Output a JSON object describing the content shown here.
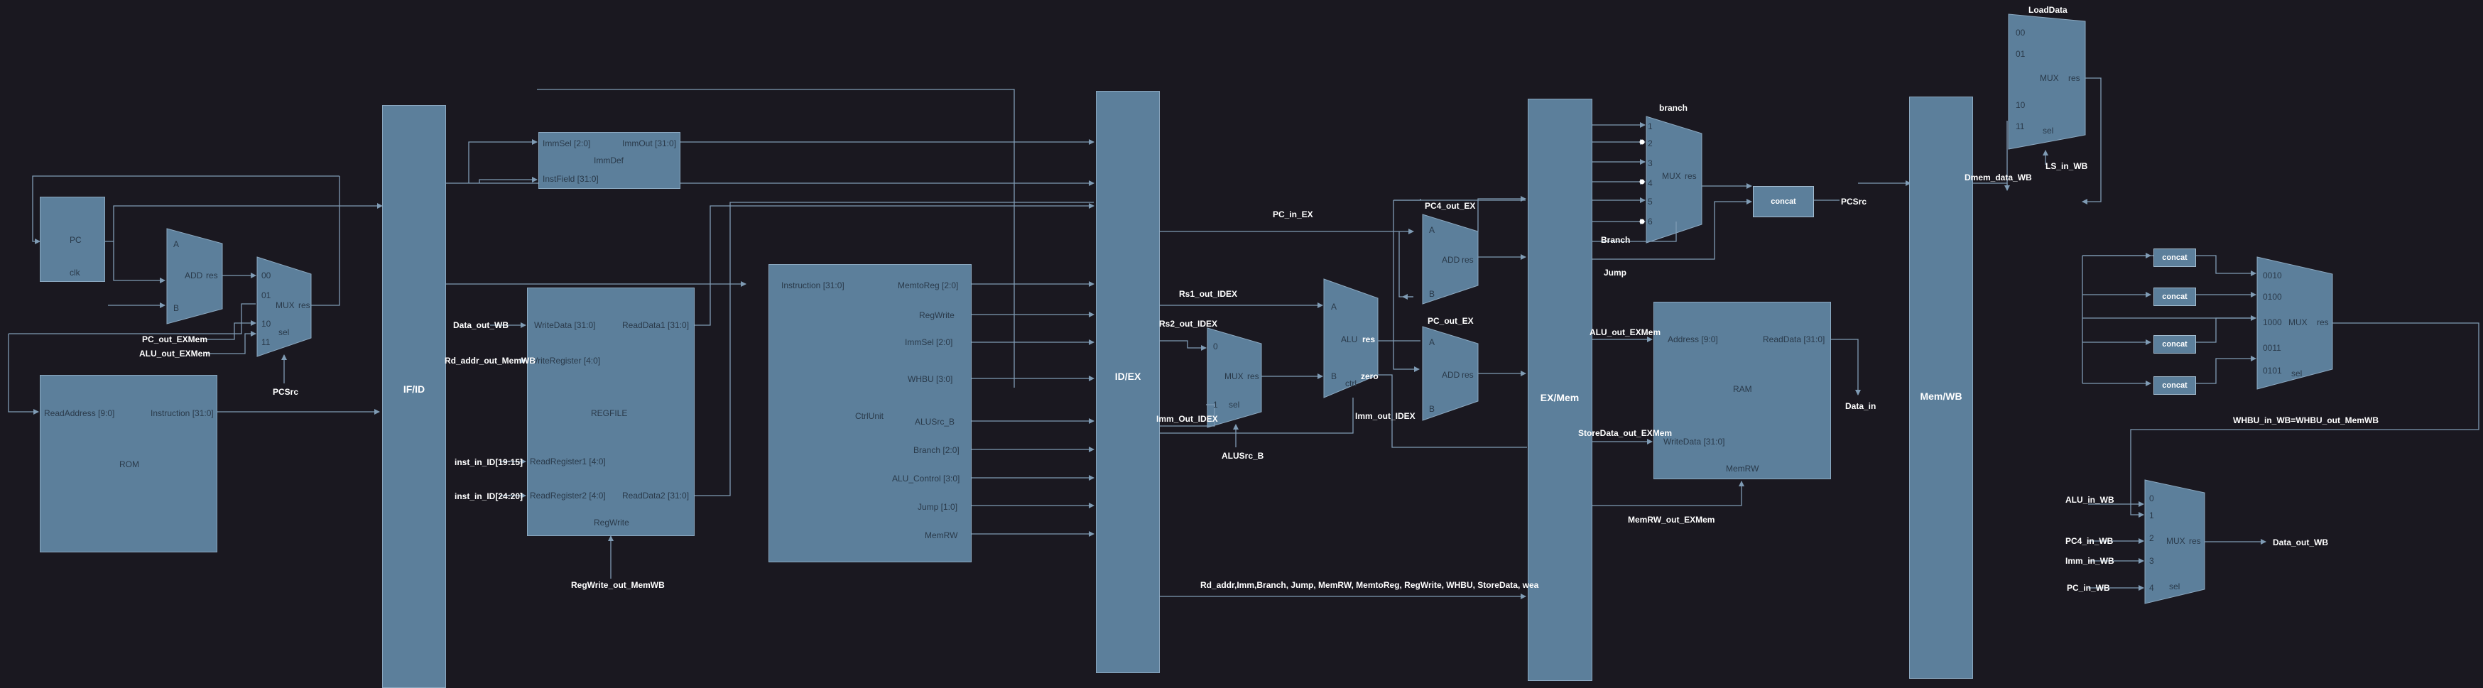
{
  "blocks": {
    "pc": {
      "title": "PC",
      "clk": "clk"
    },
    "rom": {
      "title": "ROM",
      "addr": "ReadAddress [9:0]",
      "instr": "Instruction [31:0]"
    },
    "adder_pc": {
      "a": "A",
      "b": "B",
      "title": "ADD",
      "res": "res"
    },
    "mux_pc": {
      "i0": "00",
      "i1": "01",
      "i2": "10",
      "i3": "11",
      "title": "MUX",
      "res": "res",
      "sel": "sel"
    },
    "if_id": {
      "title": "IF/ID"
    },
    "immdef": {
      "immsel": "ImmSel [2:0]",
      "immout": "ImmOut [31:0]",
      "title": "ImmDef",
      "instfield": "InstField [31:0]"
    },
    "regfile": {
      "writedata": "WriteData [31:0]",
      "readdata1": "ReadData1 [31:0]",
      "writereg": "WriteRegister [4:0]",
      "title": "REGFILE",
      "readreg1": "ReadRegister1 [4:0]",
      "readreg2": "ReadRegister2 [4:0]",
      "readdata2": "ReadData2 [31:0]",
      "regwrite": "RegWrite"
    },
    "ctrl": {
      "instr": "Instruction [31:0]",
      "memtoreg": "MemtoReg [2:0]",
      "regwrite": "RegWrite",
      "immsel": "ImmSel [2:0]",
      "whbu": "WHBU [3:0]",
      "title": "CtrlUnit",
      "alusrc": "ALUSrc_B",
      "branch": "Branch [2:0]",
      "aluctrl": "ALU_Control [3:0]",
      "jump": "Jump [1:0]",
      "memrw": "MemRW"
    },
    "id_ex": {
      "title": "ID/EX"
    },
    "mux_alub": {
      "i0": "0",
      "i1": "1",
      "title": "MUX",
      "res": "res",
      "sel": "sel"
    },
    "alu": {
      "a": "A",
      "b": "B",
      "title": "ALU",
      "res": "res",
      "zero": "zero",
      "ctrl": "ctrl"
    },
    "add_pc4": {
      "a": "A",
      "b": "B",
      "title": "ADD",
      "res": "res"
    },
    "add_br": {
      "a": "A",
      "b": "B",
      "title": "ADD",
      "res": "res"
    },
    "ex_mem": {
      "title": "EX/Mem"
    },
    "mux_branch": {
      "i1": "1",
      "i2": "2",
      "i3": "3",
      "i4": "4",
      "i5": "5",
      "i6": "6",
      "title": "MUX",
      "res": "res"
    },
    "concat_main": {
      "title": "concat"
    },
    "ram": {
      "addr": "Address [9:0]",
      "readdata": "ReadData [31:0]",
      "title": "RAM",
      "writedata": "WriteData [31:0]",
      "memrw": "MemRW"
    },
    "mem_wb": {
      "title": "Mem/WB"
    },
    "mux_load": {
      "i0": "00",
      "i1": "01",
      "i2": "10",
      "i3": "11",
      "title": "MUX",
      "res": "res",
      "sel": "sel"
    },
    "concats": [
      "concat",
      "concat",
      "concat",
      "concat"
    ],
    "mux_whbu": {
      "i0": "0010",
      "i1": "0100",
      "i2": "1000",
      "i3": "0011",
      "i4": "0101",
      "title": "MUX",
      "res": "res",
      "sel": "sel"
    },
    "mux_wb": {
      "i0": "0",
      "i1": "1",
      "i2": "2",
      "i3": "3",
      "i4": "4",
      "title": "MUX",
      "res": "res",
      "sel": "sel"
    }
  },
  "signals": {
    "pc_out_exmem": "PC_out_EXMem",
    "alu_out_exmem": "ALU_out_EXMem",
    "pcsrc": "PCSrc",
    "data_out_wb": "Data_out_WB",
    "rd_addr_out_memwb": "Rd_addr_out_MemWB",
    "inst_id_19_15": "inst_in_ID[19:15]",
    "inst_id_24_20": "inst_in_ID[24:20]",
    "regwrite_out_memwb": "RegWrite_out_MemWB",
    "pc_in_ex": "PC_in_EX",
    "rs1_out_idex": "Rs1_out_IDEX",
    "rs2_out_idex": "Rs2_out_IDEX",
    "imm_out_idex_1": "Imm_Out_IDEX",
    "imm_out_idex_2": "Imm_out_IDEX",
    "alusrc_b": "ALUSrc_B",
    "pc4_out_ex": "PC4_out_EX",
    "pc_out_ex": "PC_out_EX",
    "alu_out_exmem2": "ALU_out_EXMem",
    "storedata_out_exmem": "StoreData_out_EXMem",
    "memrw_out_exmem": "MemRW_out_EXMem",
    "bus_label": "Rd_addr,Imm,Branch, Jump, MemRW, MemtoReg, RegWrite, WHBU,  StoreData, wea",
    "branch_top": "branch",
    "branch_sig": "Branch",
    "jump_sig": "Jump",
    "pcsrc_out": "PCSrc",
    "data_in": "Data_in",
    "loaddata": "LoadData",
    "dmem_data_wb": "Dmem_data_WB",
    "ls_in_wb": "LS_in_WB",
    "whbu_in_wb": "WHBU_in_WB=WHBU_out_MemWB",
    "alu_in_wb": "ALU_in_WB",
    "pc4_in_wb": "PC4_in_WB",
    "imm_in_wb": "Imm_in_WB",
    "pc_in_wb": "PC_in_WB",
    "data_out_wb2": "Data_out_WB"
  },
  "colors": {
    "background": "#1a1820",
    "block_fill": "#5c7f9b",
    "block_edge": "#8ba8c0",
    "wire": "#7f9bb4",
    "block_text": "#2a3a4a",
    "label_text": "#ffffff"
  }
}
